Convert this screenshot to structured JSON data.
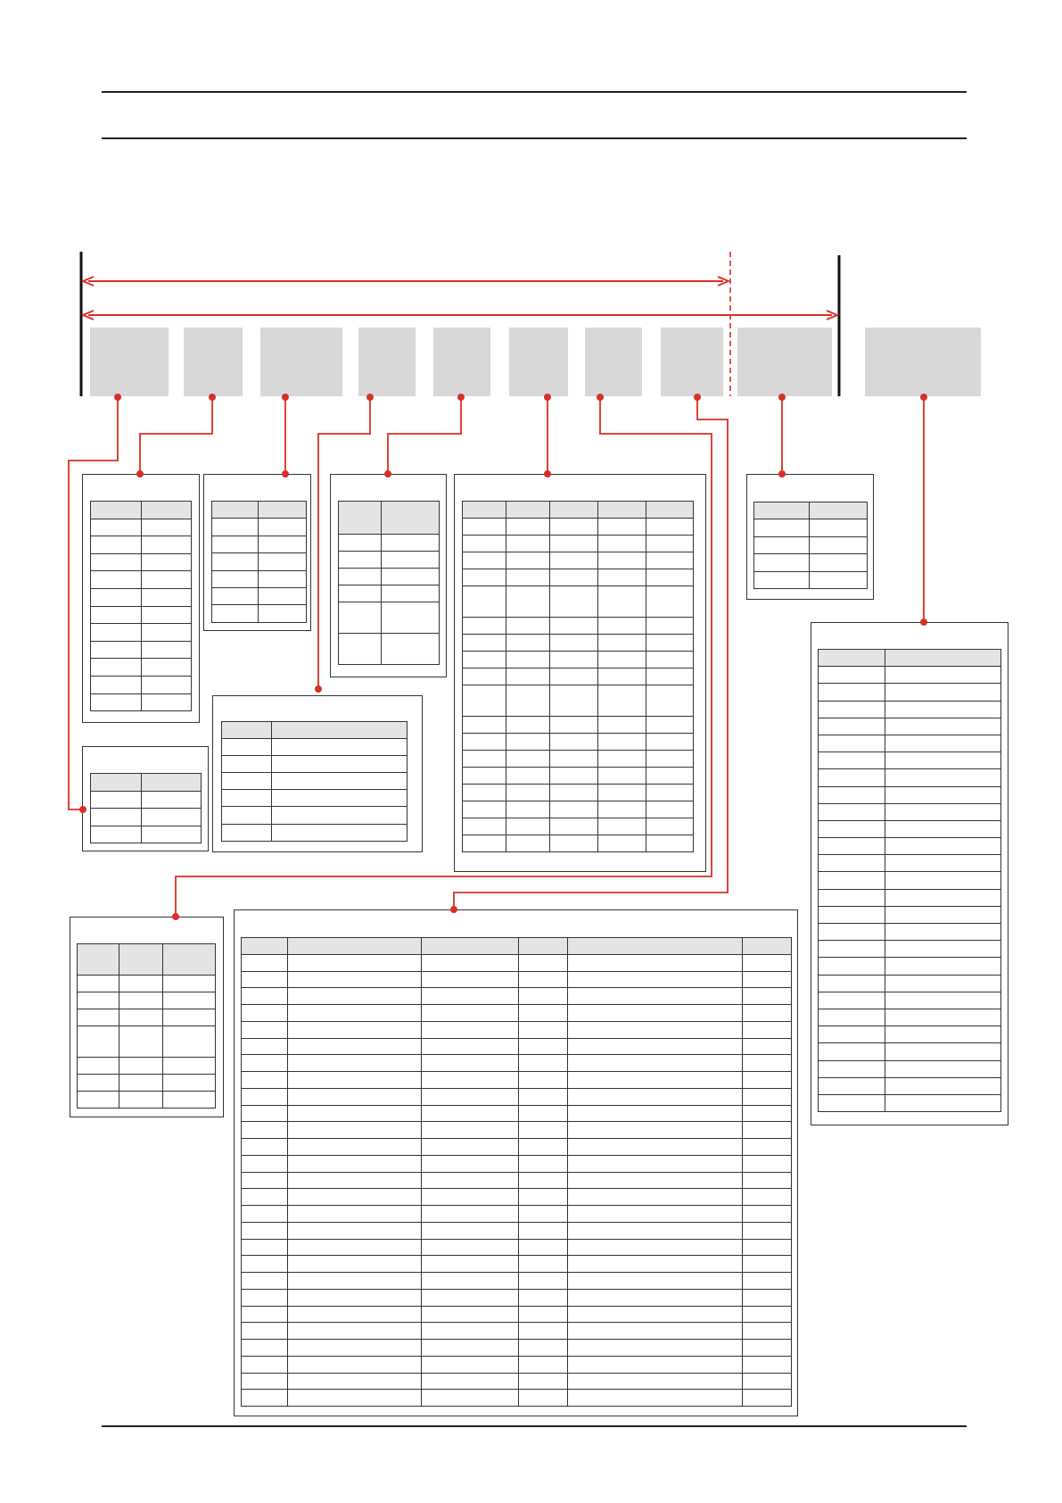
{
  "colors": {
    "connector": "#d93025",
    "segment_fill": "#d8d8d8",
    "table_header_fill": "#e4e4e4",
    "rule": "#222222"
  },
  "page": {
    "title": "",
    "subtitle": ""
  },
  "span_arrows": [
    {
      "name": "span-arrow-upper",
      "label": ""
    },
    {
      "name": "span-arrow-lower",
      "label": ""
    }
  ],
  "segments": [
    {
      "name": "segment-1",
      "label": ""
    },
    {
      "name": "segment-2",
      "label": ""
    },
    {
      "name": "segment-3",
      "label": ""
    },
    {
      "name": "segment-4",
      "label": ""
    },
    {
      "name": "segment-5",
      "label": ""
    },
    {
      "name": "segment-6",
      "label": ""
    },
    {
      "name": "segment-7",
      "label": ""
    },
    {
      "name": "segment-8",
      "label": ""
    },
    {
      "name": "segment-9",
      "label": ""
    },
    {
      "name": "segment-10",
      "label": ""
    }
  ],
  "panels": [
    {
      "name": "detail-panel-segment-1",
      "source_segment": 1
    },
    {
      "name": "detail-panel-segment-2",
      "source_segment": 2
    },
    {
      "name": "detail-panel-segment-3",
      "source_segment": 3
    },
    {
      "name": "detail-panel-segment-4",
      "source_segment": 4
    },
    {
      "name": "detail-panel-segment-5",
      "source_segment": 5
    },
    {
      "name": "detail-panel-segment-6",
      "source_segment": 6
    },
    {
      "name": "detail-panel-segment-7",
      "source_segment": 7
    },
    {
      "name": "detail-panel-segment-8",
      "source_segment": 8
    },
    {
      "name": "detail-panel-segment-9",
      "source_segment": 9
    },
    {
      "name": "detail-panel-segment-10",
      "source_segment": 10
    }
  ]
}
